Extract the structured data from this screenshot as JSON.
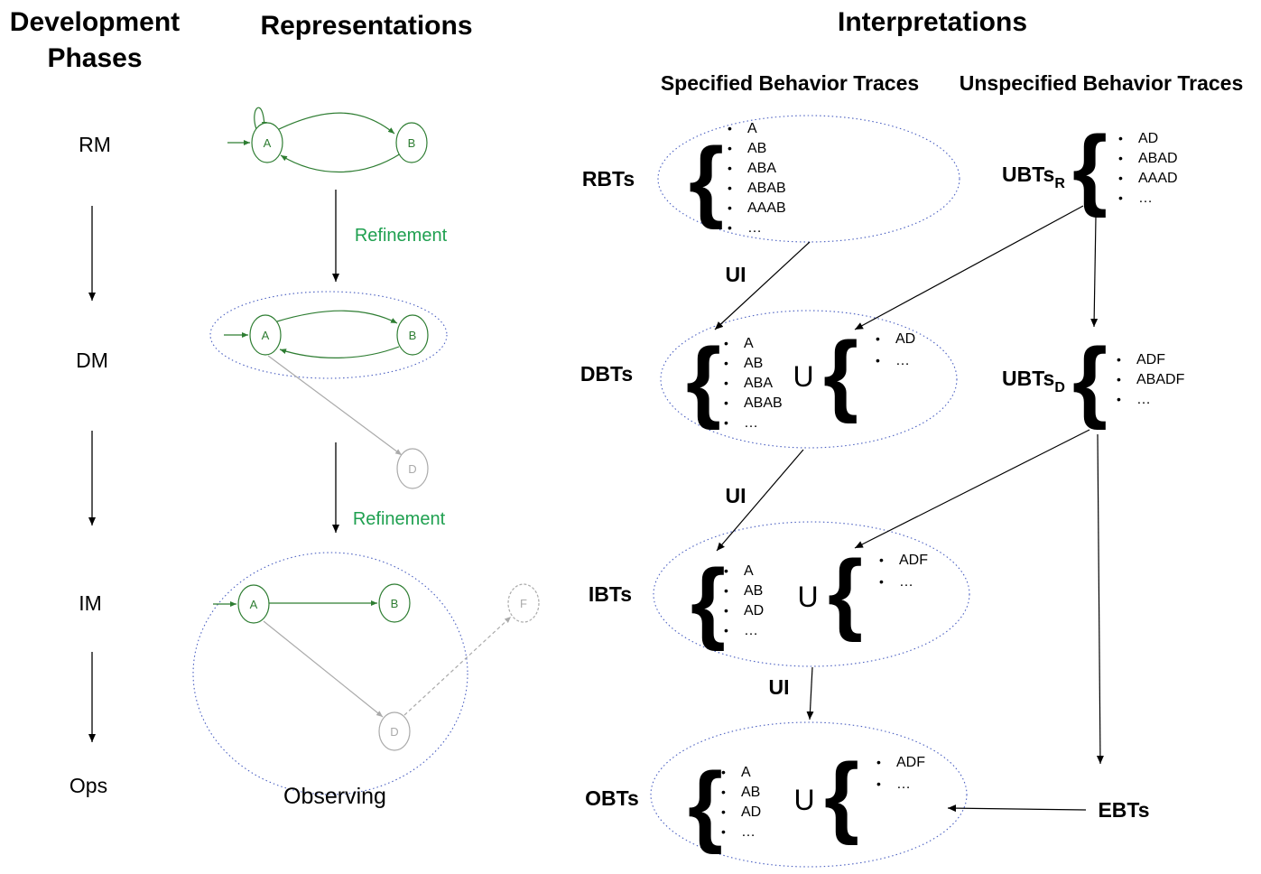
{
  "headers": {
    "development_phases": [
      "Development",
      "Phases"
    ],
    "representations": "Representations",
    "interpretations": "Interpretations",
    "specified": "Specified Behavior Traces",
    "unspecified": "Unspecified Behavior Traces"
  },
  "phases": [
    "RM",
    "DM",
    "IM",
    "Ops"
  ],
  "refinement_labels": [
    "Refinement",
    "Refinement"
  ],
  "observing_label": "Observing",
  "state_labels": {
    "a": "A",
    "b": "B",
    "d": "D",
    "f": "F"
  },
  "union_symbol": "U",
  "ui_labels": [
    "UI",
    "UI",
    "UI"
  ],
  "ubts_r": {
    "base": "UBTs",
    "sub": "R",
    "items": [
      "AD",
      "ABAD",
      "AAAD",
      "…"
    ]
  },
  "ubts_d": {
    "base": "UBTs",
    "sub": "D",
    "items": [
      "ADF",
      "ABADF",
      "…"
    ]
  },
  "ebts_label": "EBTs",
  "rows": [
    {
      "label": "RBTs",
      "specified": [
        "A",
        "AB",
        "ABA",
        "ABAB",
        "AAAB",
        "…"
      ],
      "unspecified": []
    },
    {
      "label": "DBTs",
      "specified": [
        "A",
        "AB",
        "ABA",
        "ABAB",
        "…"
      ],
      "unspecified": [
        "AD",
        "…"
      ]
    },
    {
      "label": "IBTs",
      "specified": [
        "A",
        "AB",
        "AD",
        "…"
      ],
      "unspecified": [
        "ADF",
        "…"
      ]
    },
    {
      "label": "OBTs",
      "specified": [
        "A",
        "AB",
        "AD",
        "…"
      ],
      "unspecified": [
        "ADF",
        "…"
      ]
    }
  ],
  "colors": {
    "green": "#2e7d32",
    "green_label": "#1fa050",
    "grey": "#aaaaaa",
    "dotted": "#4a5fc1"
  }
}
